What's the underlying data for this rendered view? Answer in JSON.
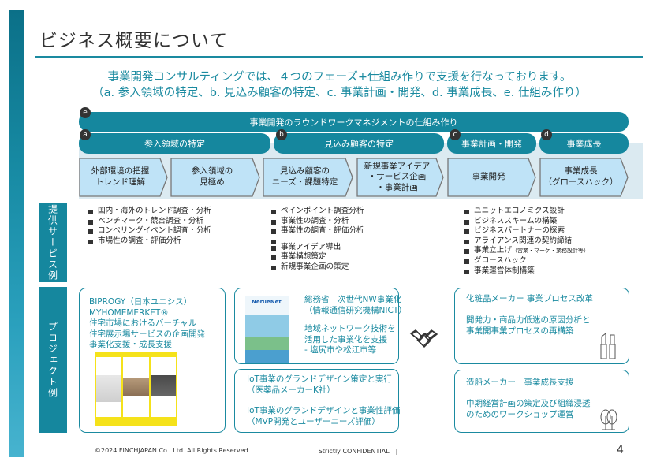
{
  "title": "ビジネス概要について",
  "subtitle": [
    "事業開発コンサルティングでは、４つのフェーズ+仕組み作りで支援を行なっております。",
    "（a. 参入領域の特定、b. 見込み顧客の特定、c. 事業計画・開発、d. 事業成長、e. 仕組み作り）"
  ],
  "phases": {
    "e": {
      "badge": "e",
      "label": "事業開発のラウンドワークマネジメントの仕組み作り"
    },
    "a": {
      "badge": "a",
      "label": "参入領域の特定"
    },
    "b": {
      "badge": "b",
      "label": "見込み顧客の特定"
    },
    "c": {
      "badge": "c",
      "label": "事業計画・開発"
    },
    "d": {
      "badge": "d",
      "label": "事業成長"
    }
  },
  "steps": [
    [
      "外部環境の把握",
      "トレンド理解"
    ],
    [
      "参入領域の",
      "見極め"
    ],
    [
      "見込み顧客の",
      "ニーズ・課題特定"
    ],
    [
      "新規事業アイデア",
      "・サービス企画",
      "・事業計画"
    ],
    [
      "事業開発"
    ],
    [
      "事業成長",
      "（グロースハック）"
    ]
  ],
  "sections": {
    "services": "提供サービス例",
    "projects": "プロジェクト例"
  },
  "services": {
    "col1": [
      "国内・海外のトレンド調査・分析",
      "ベンチマーク・競合調査・分析",
      "コンペリングイベント調査・分析",
      "市場性の調査・評価分析"
    ],
    "col2a": [
      "ペインポイント調査分析",
      "事業性の調査・分析",
      "事業性の調査・評価分析"
    ],
    "col2b": [
      "事業アイデア導出",
      "事業構想策定",
      "新規事業企画の策定"
    ],
    "col3": [
      "ユニットエコノミクス設計",
      "ビジネススキームの構築",
      "ビジネスパートナーの探索",
      "アライアンス関連の契約締結",
      "事業立上げ",
      "グロースハック",
      "事業運営体制構築"
    ],
    "col3_note": "（営業・マーケ・業務設計等）"
  },
  "projects": {
    "p1": [
      "BIPROGY（日本ユニシス）",
      "MYHOMEMERKET®",
      "住宅市場におけるバーチャル",
      "住宅展示場サービスの企画開発",
      "事業化支援・成長支援"
    ],
    "p2": {
      "head": [
        "総務省　次世代NW事業化",
        "（情報通信研究機構NICT）"
      ],
      "body": [
        "地域ネットワーク技術を",
        "活用した事業化を支援",
        "- 塩尻市や松江市等"
      ],
      "image_logo": "NerueNet"
    },
    "p3": {
      "head": [
        "IoT事業のグランドデザイン策定と実行",
        "（医薬品メーカーK社）"
      ],
      "body": [
        "IoT事業のグランドデザインと事業性評価",
        "（MVP開発とユーザーニーズ評価）"
      ]
    },
    "p4": {
      "head": "化粧品メーカー 事業プロセス改革",
      "body": [
        "開発力・商品力低迷の原因分析と",
        "事業開事業プロセスの再構築"
      ]
    },
    "p5": {
      "head": "造船メーカー　事業成長支援",
      "body": [
        "中期経営計画の策定及び組織浸透",
        "のためのワークショップ運営"
      ]
    }
  },
  "footer": {
    "copyright": "©2024 FINCHJAPAN Co., Ltd. All Rights Reserved.",
    "confidential": "|　Strictly CONFIDENTIAL　|",
    "page": "4"
  }
}
